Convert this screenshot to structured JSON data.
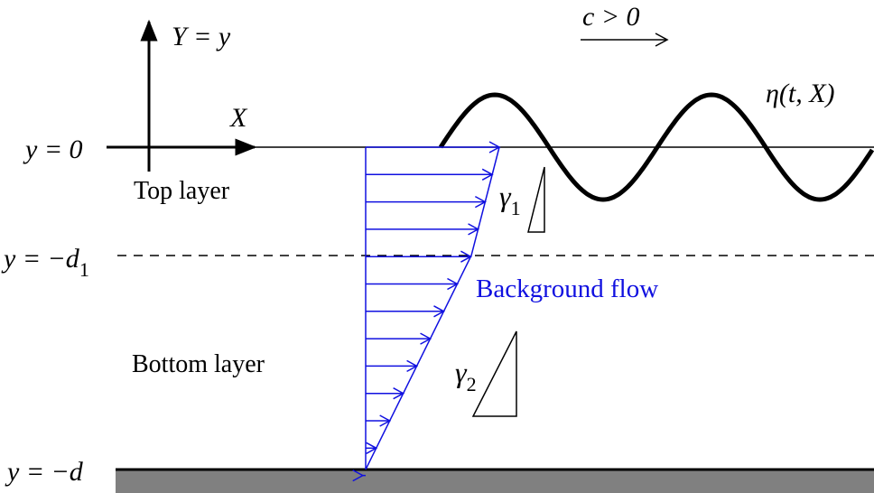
{
  "labels": {
    "axis_y_var": "Y = y",
    "axis_x_var": "X",
    "speed": "c > 0",
    "surface": "η(t, X)",
    "y_zero": "y = 0",
    "y_d1_prefix": "y = −d",
    "y_d1_sub": "1",
    "y_d": "y = −d",
    "top_layer": "Top layer",
    "bottom_layer": "Bottom layer",
    "background_flow": "Background flow",
    "gamma1": "γ",
    "gamma1_sub": "1",
    "gamma2": "γ",
    "gamma2_sub": "2"
  },
  "colors": {
    "ink": "#000000",
    "flow": "#1010e0",
    "bed": "#808080"
  },
  "flow_profile": {
    "arrow_count": 13,
    "description_free": true
  }
}
